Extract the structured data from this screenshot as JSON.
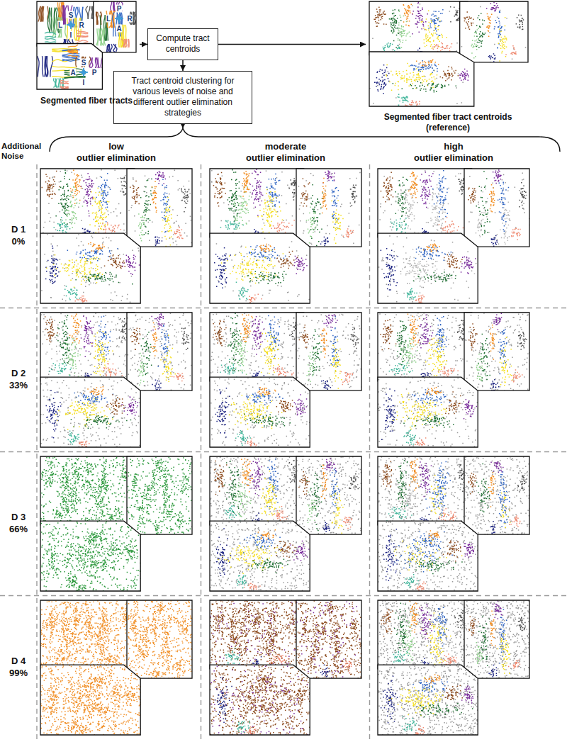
{
  "diagram": {
    "nodes": [
      {
        "text": [
          "Segmented fiber tracts"
        ]
      },
      {
        "text": [
          "Compute tract centroids"
        ]
      },
      {
        "text": [
          "Segmented fiber tract centroids (reference)"
        ]
      },
      {
        "text": [
          "Tract centroid clustering for various levels of noise and different outlier elimination strategies"
        ]
      }
    ],
    "edges": [
      {
        "from": 0,
        "to": 1,
        "arrow": "to"
      },
      {
        "from": 1,
        "to": 2,
        "arrow": "to"
      },
      {
        "from": 1,
        "to": 3,
        "arrow": "to"
      }
    ],
    "labels": [
      "S",
      "L",
      "R",
      "I",
      "P",
      "L",
      "R",
      "A",
      "S",
      "A",
      "P",
      "I",
      "Additional Noise",
      "low outlier elimination",
      "moderate outlier elimination",
      "high outlier elimination",
      "D 1",
      "0%",
      "D 2",
      "33%",
      "D 3",
      "66%",
      "D 4",
      "99%"
    ]
  }
}
